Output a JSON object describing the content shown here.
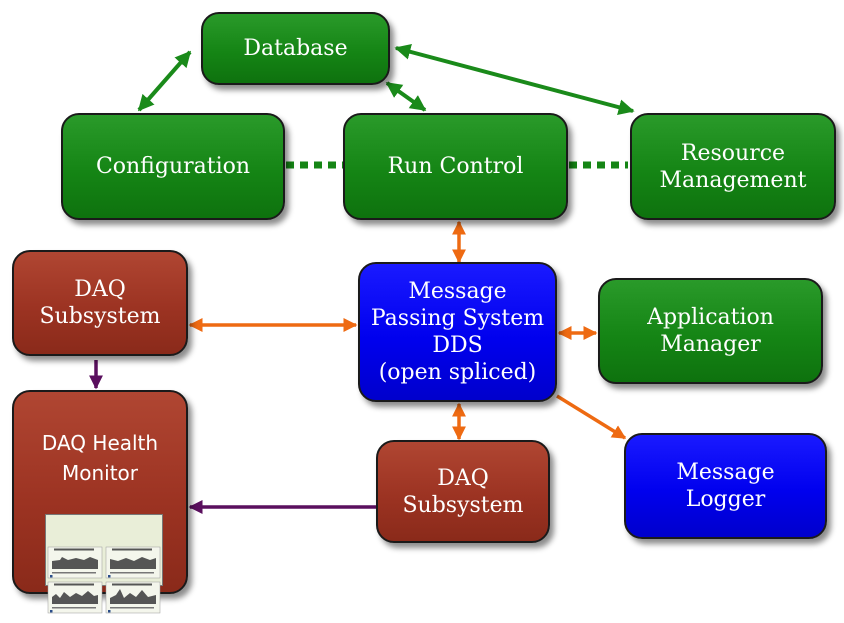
{
  "boxes": {
    "database": "Database",
    "configuration": "Configuration",
    "run_control": "Run Control",
    "resource_management": "Resource\nManagement",
    "daq_subsystem_1": "DAQ\nSubsystem",
    "message_passing": "Message\nPassing System\nDDS\n(open spliced)",
    "application_manager": "Application\nManager",
    "daq_health_monitor": "DAQ Health\nMonitor",
    "daq_subsystem_2": "DAQ\nSubsystem",
    "message_logger": "Message\nLogger"
  },
  "colors": {
    "green": "#178717",
    "red": "#9e3524",
    "blue": "#0000ee",
    "orange_arrow": "#ee6a12",
    "green_arrow": "#1a8a1a",
    "purple_arrow": "#5a0f5e",
    "dotted_connector": "#158515"
  }
}
